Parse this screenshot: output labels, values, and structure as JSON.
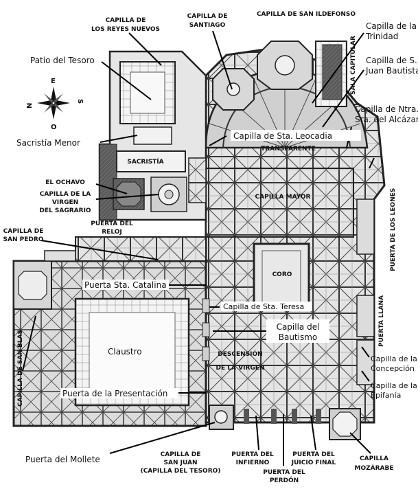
{
  "compass": {
    "n": "N",
    "e": "E",
    "s": "S",
    "o": "O"
  },
  "labels": {
    "reyes_nuevos_1": "CAPILLA DE",
    "reyes_nuevos_2": "LOS REYES NUEVOS",
    "santiago_1": "CAPILLA DE",
    "santiago_2": "SANTIAGO",
    "san_ildefonso": "CAPILLA DE SAN ILDEFONSO",
    "trinidad_1": "Capilla de la",
    "trinidad_2": "Trinidad",
    "san_juan_bautista_1": "Capilla de S.",
    "san_juan_bautista_2": "Juan Bautista",
    "alcazar_1": "Capilla de Ntra.",
    "alcazar_2": "Sra. del Alcázar",
    "sala_capitular": "SALA CAPITULAR",
    "patio_tesoro": "Patio del Tesoro",
    "sacristia_menor": "Sacristía Menor",
    "sacristia": "SACRISTÍA",
    "sta_leocadia": "Capilla de Sta. Leocadia",
    "transparente": "TRANSPARENTE",
    "el_ochavo": "EL OCHAVO",
    "virgen_sagrario_1": "CAPILLA DE LA",
    "virgen_sagrario_2": "VIRGEN",
    "virgen_sagrario_3": "DEL SAGRARIO",
    "capilla_mayor": "CAPILLA MAYOR",
    "puerta_leones": "PUERTA DE LOS LEONES",
    "puerta_reloj_1": "PUERTA DEL",
    "puerta_reloj_2": "RELOJ",
    "san_pedro_1": "CAPILLA DE",
    "san_pedro_2": "SAN PEDRO",
    "coro": "CORO",
    "sta_catalina": "Puerta Sta. Catalina",
    "sta_teresa": "Capilla de Sta. Teresa",
    "puerta_llana": "PUERTA LLANA",
    "bautismo_1": "Capilla del",
    "bautismo_2": "Bautismo",
    "claustro": "Claustro",
    "descension_1": "DESCENSIÓN",
    "descension_2": "DE LA VIRGEN",
    "concepcion_1": "Capilla de la",
    "concepcion_2": "Concepción",
    "epifania_1": "Capilla de la",
    "epifania_2": "Epifanía",
    "san_blas": "CAPILLA DE SAN BLAS",
    "presentacion": "Puerta de la Presentación",
    "mollete": "Puerta del Mollete",
    "san_juan_1": "CAPILLA DE",
    "san_juan_2": "SAN JUAN",
    "san_juan_3": "(CAPILLA DEL TESORO)",
    "infierno_1": "PUERTA DEL",
    "infierno_2": "INFIERNO",
    "perdon_1": "PUERTA DEL",
    "perdon_2": "PERDÓN",
    "juicio_1": "PUERTA DEL",
    "juicio_2": "JUICIO FINAL",
    "mozarabe_1": "CAPILLA",
    "mozarabe_2": "MOZÁRABE"
  }
}
